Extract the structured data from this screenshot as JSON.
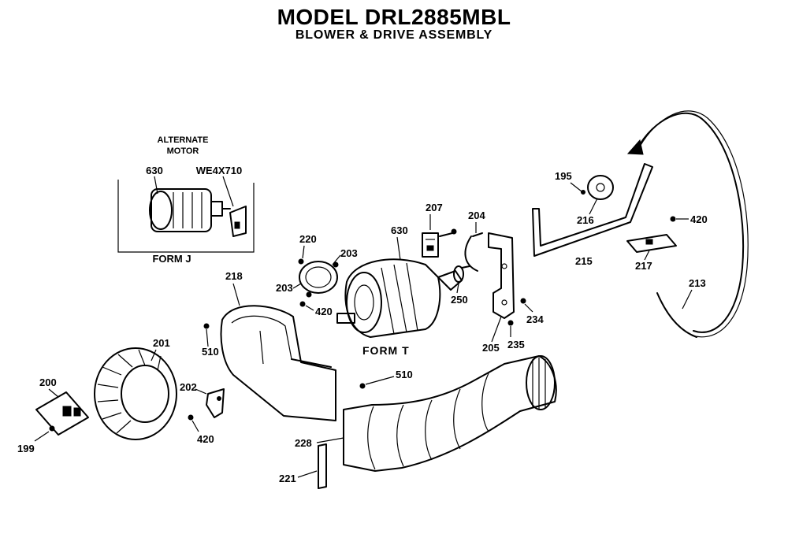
{
  "title": "MODEL DRL2885MBL",
  "subtitle": "BLOWER & DRIVE ASSEMBLY",
  "alternate_motor": {
    "heading_line1": "ALTERNATE",
    "heading_line2": "MOTOR",
    "form_label": "FORM J",
    "motor_part": "630",
    "kit_part": "WE4X710"
  },
  "form_t_label": "FORM T",
  "parts": {
    "p195": "195",
    "p199": "199",
    "p200": "200",
    "p201": "201",
    "p202": "202",
    "p203a": "203",
    "p203b": "203",
    "p204": "204",
    "p205": "205",
    "p207": "207",
    "p213": "213",
    "p215": "215",
    "p216": "216",
    "p217": "217",
    "p218": "218",
    "p220": "220",
    "p221": "221",
    "p228": "228",
    "p234": "234",
    "p235": "235",
    "p250": "250",
    "p420a": "420",
    "p420b": "420",
    "p420c": "420",
    "p510a": "510",
    "p510b": "510",
    "p630": "630"
  }
}
